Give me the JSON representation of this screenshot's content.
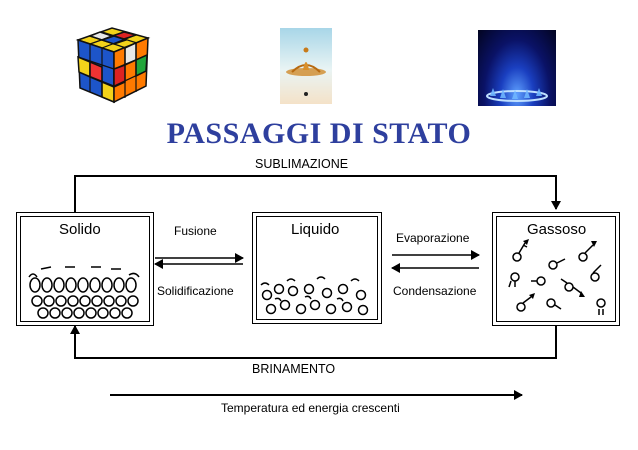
{
  "title": "PASSAGGI DI STATO",
  "states": {
    "solid": "Solido",
    "liquid": "Liquido",
    "gas": "Gassoso"
  },
  "transitions": {
    "sublimation": "SUBLIMAZIONE",
    "deposition": "BRINAMENTO",
    "melting": "Fusione",
    "solidification": "Solidificazione",
    "evaporation": "Evaporazione",
    "condensation": "Condensazione"
  },
  "axis_label": "Temperatura ed energia crescenti",
  "images": [
    "rubiks-cube",
    "water-drop",
    "gas-flame"
  ],
  "colors": {
    "title": "#2e3f9e"
  }
}
